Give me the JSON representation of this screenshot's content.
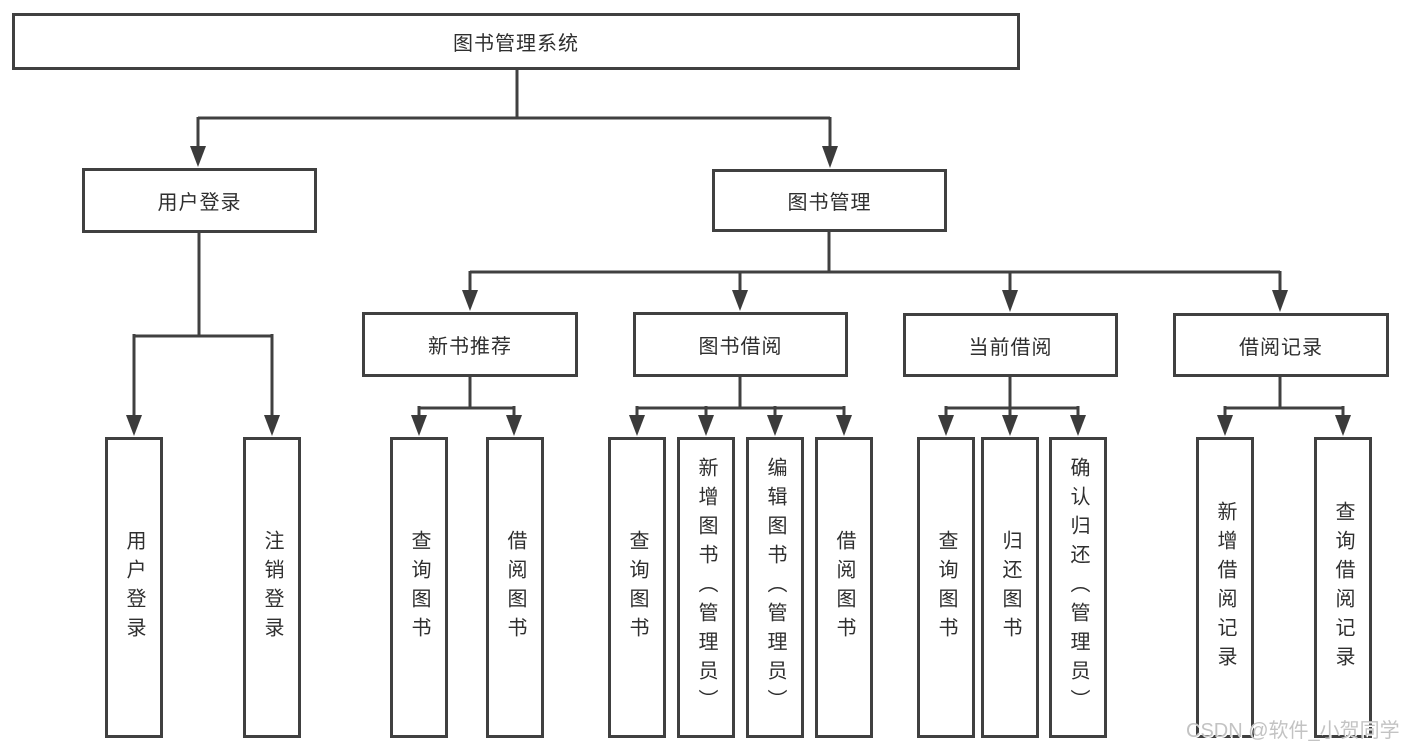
{
  "tree": {
    "label": "图书管理系统",
    "children": [
      {
        "label": "用户登录",
        "children": [
          {
            "label": "用户登录"
          },
          {
            "label": "注销登录"
          }
        ]
      },
      {
        "label": "图书管理",
        "children": [
          {
            "label": "新书推荐",
            "children": [
              {
                "label": "查询图书"
              },
              {
                "label": "借阅图书"
              }
            ]
          },
          {
            "label": "图书借阅",
            "children": [
              {
                "label": "查询图书"
              },
              {
                "label": "新增图书（管理员）"
              },
              {
                "label": "编辑图书（管理员）"
              },
              {
                "label": "借阅图书"
              }
            ]
          },
          {
            "label": "当前借阅",
            "children": [
              {
                "label": "查询图书"
              },
              {
                "label": "归还图书"
              },
              {
                "label": "确认归还（管理员）"
              }
            ]
          },
          {
            "label": "借阅记录",
            "children": [
              {
                "label": "新增借阅记录"
              },
              {
                "label": "查询借阅记录"
              }
            ]
          }
        ]
      }
    ]
  },
  "watermark": {
    "text": "CSDN @软件_小贺同学"
  },
  "colors": {
    "line": "#404040",
    "watermark": "#c3c3c3"
  }
}
